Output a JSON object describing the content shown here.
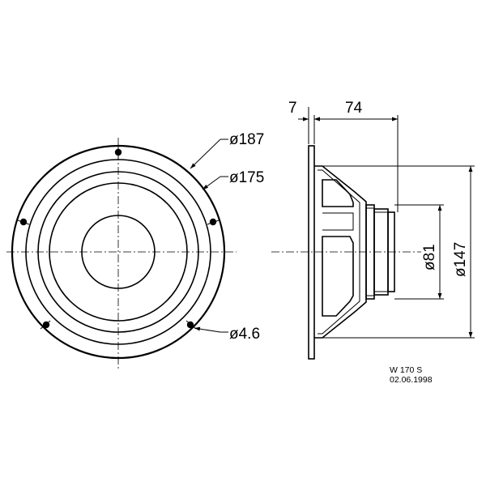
{
  "front_view": {
    "labels": {
      "outer_diameter": "ø187",
      "mounting_diameter": "ø175",
      "hole_diameter": "ø4.6"
    }
  },
  "side_view": {
    "labels": {
      "flange_thickness": "7",
      "depth": "74",
      "magnet_diameter": "ø81",
      "cutout_diameter": "ø147"
    }
  },
  "title_block": {
    "model": "W 170 S",
    "date": "02.06.1998"
  }
}
